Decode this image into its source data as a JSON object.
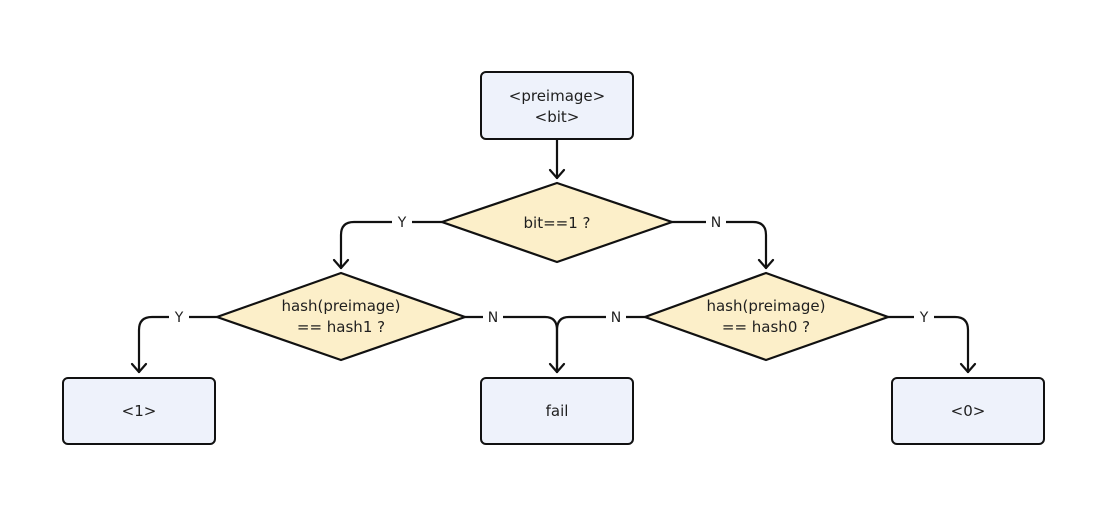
{
  "nodes": {
    "input": {
      "lines": [
        "<preimage>",
        "<bit>"
      ]
    },
    "bit_check": {
      "lines": [
        "bit==1 ?"
      ]
    },
    "hash1_check": {
      "lines": [
        "hash(preimage)",
        "== hash1 ?"
      ]
    },
    "hash0_check": {
      "lines": [
        "hash(preimage)",
        "== hash0 ?"
      ]
    },
    "out_one": {
      "lines": [
        "<1>"
      ]
    },
    "out_fail": {
      "lines": [
        "fail"
      ]
    },
    "out_zero": {
      "lines": [
        "<0>"
      ]
    }
  },
  "edges": {
    "bit_yes": "Y",
    "bit_no": "N",
    "hash1_yes": "Y",
    "hash1_no": "N",
    "hash0_no": "N",
    "hash0_yes": "Y"
  }
}
